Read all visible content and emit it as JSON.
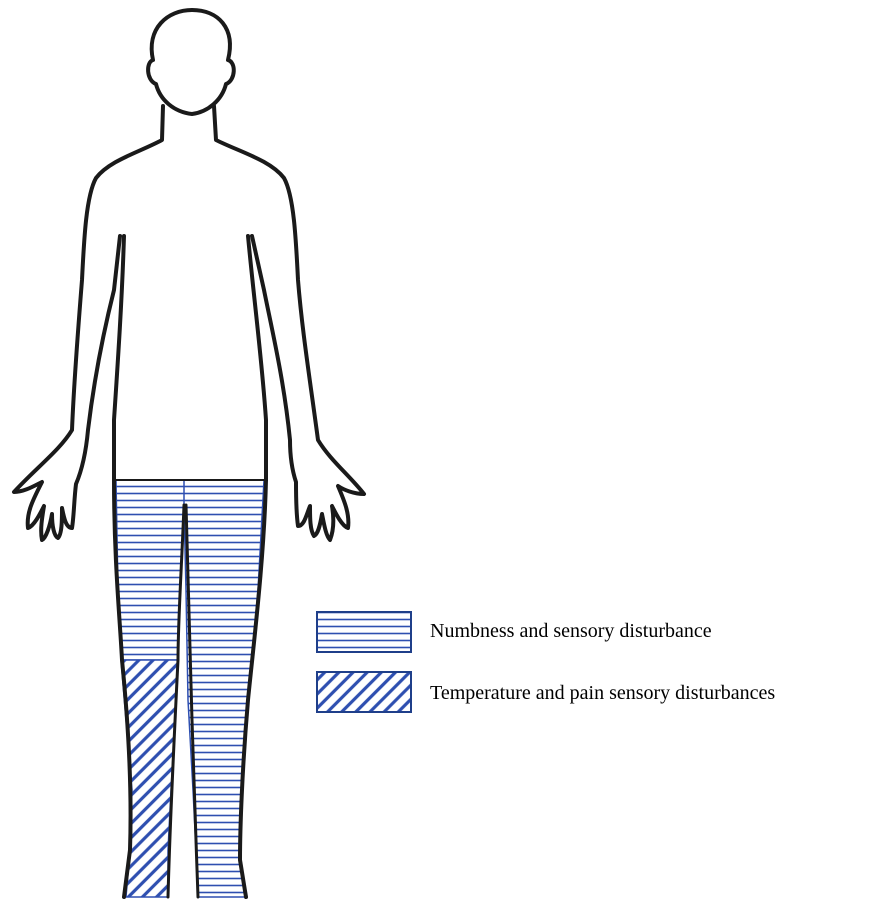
{
  "figure": {
    "subject": "human body outline, anterior view",
    "legend": [
      {
        "pattern": "horizontal-stripes",
        "label": "Numbness and sensory disturbance"
      },
      {
        "pattern": "diagonal-stripes",
        "label": "Temperature and pain sensory disturbances"
      }
    ],
    "colors": {
      "stripe": "#2e4fb0",
      "outline": "#1a1a1a",
      "background": "#ffffff"
    }
  }
}
